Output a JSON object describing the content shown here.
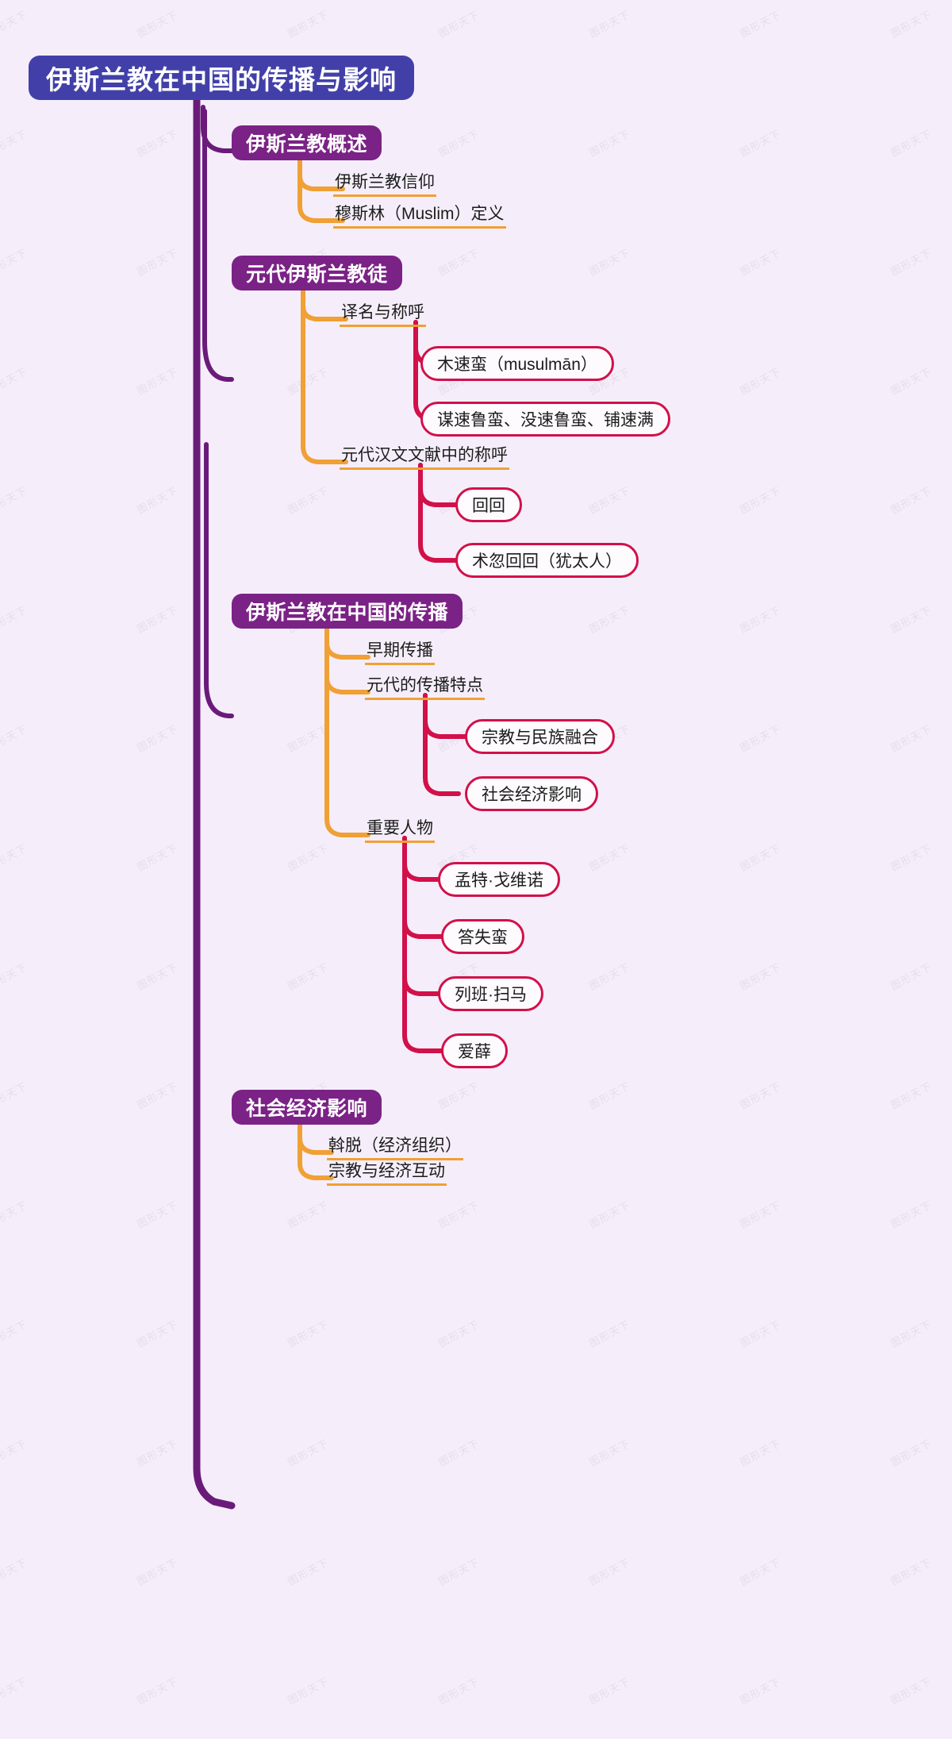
{
  "diagram": {
    "type": "mindmap",
    "orientation": "left-to-right",
    "background_color": "#f5eefa",
    "watermark_text": "图形天下",
    "colors": {
      "root_fill": "#4240a8",
      "root_text": "#ffffff",
      "level2_fill": "#7b2286",
      "level2_text": "#ffffff",
      "level2_link": "#6a1b7a",
      "level3_underline": "#f0a035",
      "level3_text": "#1c1c1c",
      "level4_border": "#d2104a",
      "level4_fill": "#fdfbfd",
      "level4_text": "#1c1c1c"
    }
  },
  "root": {
    "label": "伊斯兰教在中国的传播与影响"
  },
  "branches": [
    {
      "label": "伊斯兰教概述",
      "children": [
        {
          "label": "伊斯兰教信仰",
          "children": []
        },
        {
          "label": "穆斯林（Muslim）定义",
          "children": []
        }
      ]
    },
    {
      "label": "元代伊斯兰教徒",
      "children": [
        {
          "label": "译名与称呼",
          "children": [
            {
              "label": "木速蛮（musulmān）"
            },
            {
              "label": "谋速鲁蛮、没速鲁蛮、铺速满"
            }
          ]
        },
        {
          "label": "元代汉文文献中的称呼",
          "children": [
            {
              "label": "回回"
            },
            {
              "label": "术忽回回（犹太人）"
            }
          ]
        }
      ]
    },
    {
      "label": "伊斯兰教在中国的传播",
      "children": [
        {
          "label": "早期传播",
          "children": []
        },
        {
          "label": "元代的传播特点",
          "children": [
            {
              "label": "宗教与民族融合"
            },
            {
              "label": "社会经济影响"
            }
          ]
        },
        {
          "label": "重要人物",
          "children": [
            {
              "label": "孟特·戈维诺"
            },
            {
              "label": "答失蛮"
            },
            {
              "label": "列班·扫马"
            },
            {
              "label": "爱薛"
            }
          ]
        }
      ]
    },
    {
      "label": "社会经济影响",
      "children": [
        {
          "label": "斡脱（经济组织）",
          "children": []
        },
        {
          "label": "宗教与经济互动",
          "children": []
        }
      ]
    }
  ]
}
